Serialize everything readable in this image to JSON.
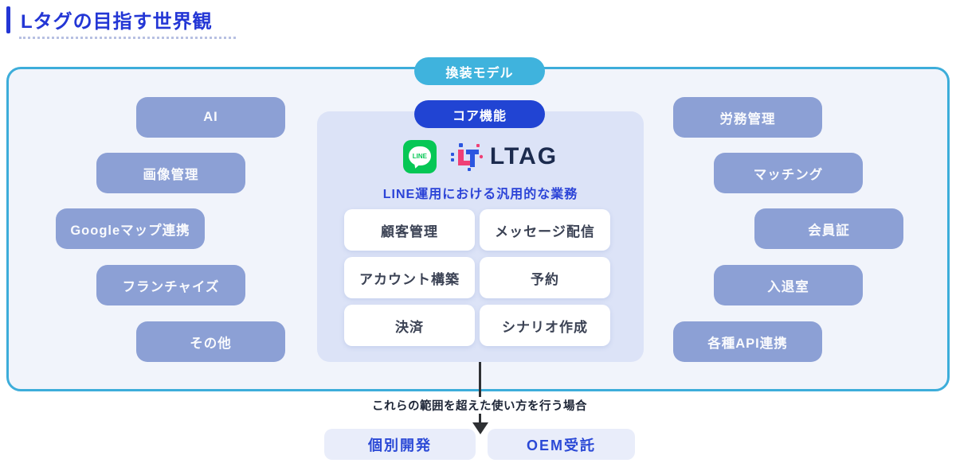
{
  "header": {
    "title": "Lタグの目指す世界観"
  },
  "badges": {
    "replacement_model": "換装モデル",
    "core_function": "コア機能"
  },
  "core": {
    "line_label": "LINE",
    "ltag_label": "LTAG",
    "subtitle": "LINE運用における汎用的な業務",
    "items": [
      "顧客管理",
      "メッセージ配信",
      "アカウント構築",
      "予約",
      "決済",
      "シナリオ作成"
    ]
  },
  "left_pills": [
    "AI",
    "画像管理",
    "Googleマップ連携",
    "フランチャイズ",
    "その他"
  ],
  "right_pills": [
    "労務管理",
    "マッチング",
    "会員証",
    "入退室",
    "各種API連携"
  ],
  "footer": {
    "note": "これらの範囲を超えた使い方を行う場合",
    "options": [
      "個別開発",
      "OEM受託"
    ]
  },
  "colors": {
    "accent_blue": "#2336d5",
    "border_cyan": "#3dadda",
    "replace_badge_cyan": "#3fb3dd",
    "core_badge_blue": "#2144d3",
    "side_pill_blue": "#8ca0d5",
    "panel_lavender": "#dce3f7",
    "line_green": "#06c755",
    "ltag_pink": "#ef4076",
    "ltag_navy": "#1c2b4e",
    "option_text_blue": "#2b49d6"
  }
}
